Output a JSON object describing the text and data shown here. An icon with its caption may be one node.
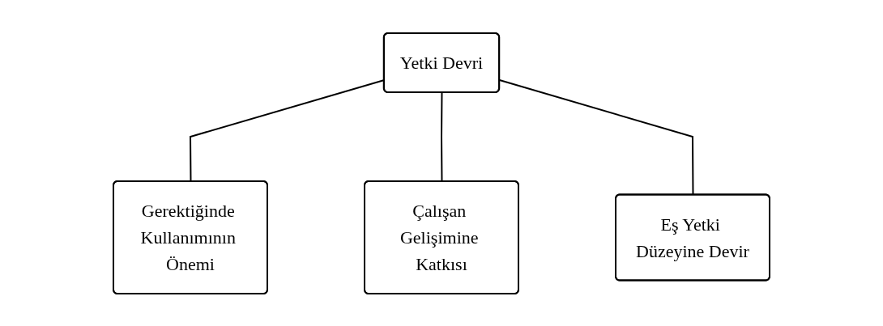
{
  "diagram": {
    "nodes": [
      {
        "text": [
          "Yetki Devri"
        ]
      },
      {
        "text": [
          "Gerektiğinde Kullanımının Önemi"
        ]
      },
      {
        "text": [
          "Çalışan Gelişimine Katkısı"
        ]
      },
      {
        "text": [
          "Eş Yetki Düzeyine Devir"
        ]
      }
    ],
    "edges": [
      {
        "from": 0,
        "to": 1,
        "arrow": "none"
      },
      {
        "from": 0,
        "to": 2,
        "arrow": "none"
      },
      {
        "from": 0,
        "to": 3,
        "arrow": "none"
      }
    ]
  }
}
